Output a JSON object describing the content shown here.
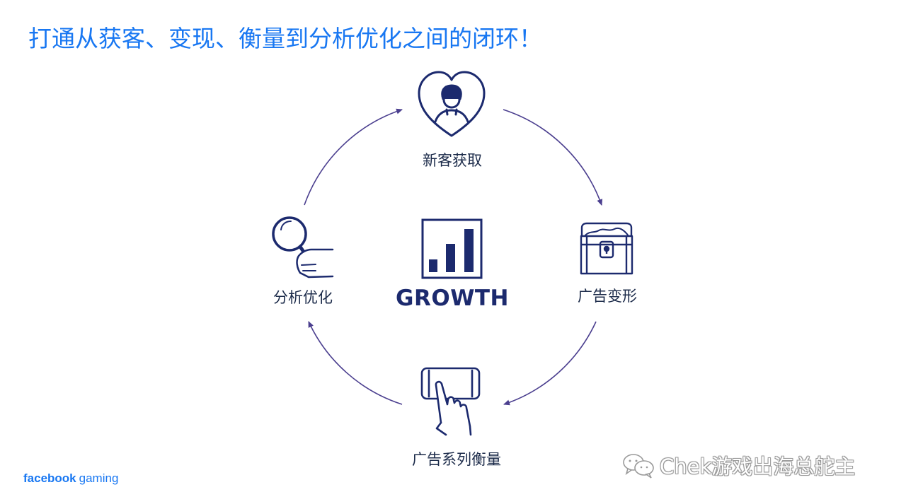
{
  "title": "打通从获客、变现、衡量到分析优化之间的闭环！",
  "center": {
    "label": "GROWTH",
    "icon": "growth-bar-chart-icon"
  },
  "nodes": {
    "acquisition": {
      "label": "新客获取",
      "icon": "heart-person-icon"
    },
    "monetization": {
      "label": "广告变形",
      "icon": "treasure-chest-icon"
    },
    "measurement": {
      "label": "广告系列衡量",
      "icon": "tap-phone-icon"
    },
    "analysis": {
      "label": "分析优化",
      "icon": "magnifier-hand-icon"
    }
  },
  "brand": {
    "name_bold": "facebook",
    "name_light": "gaming"
  },
  "watermark": {
    "text": "Chek游戏出海总舵主",
    "icon": "wechat-icon"
  },
  "colors": {
    "title": "#1877f2",
    "icon_navy": "#1c2a6e",
    "arrow": "#4b3f8f",
    "brand": "#1877f2"
  }
}
